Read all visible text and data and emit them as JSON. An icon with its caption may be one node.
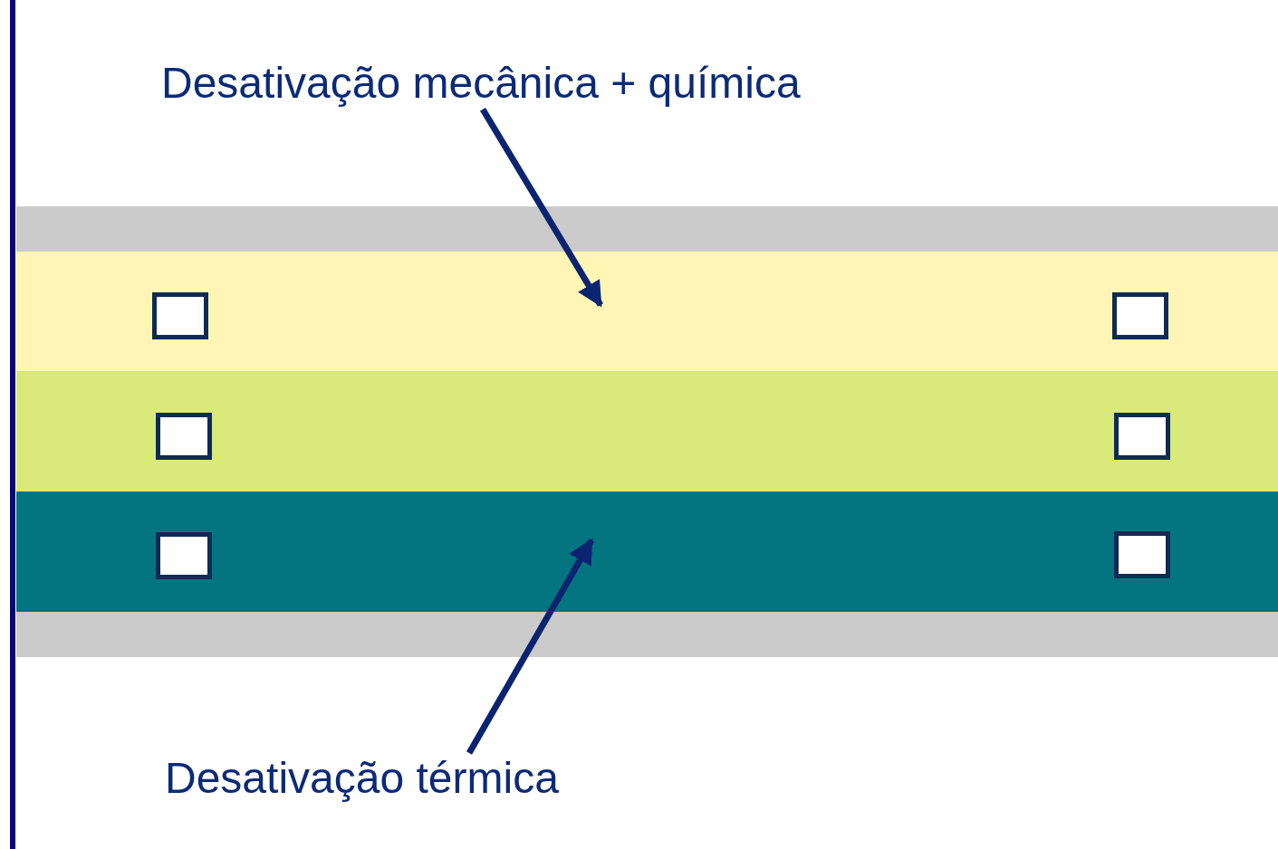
{
  "diagram": {
    "nodes": [
      {
        "text": [
          "Desativação mecânica + química"
        ]
      },
      {
        "text": [],
        "shape": "bar"
      },
      {
        "text": [],
        "shape": "bar",
        "in": 1
      },
      {
        "text": [],
        "shape": "box",
        "in": 2
      },
      {
        "text": [],
        "shape": "box",
        "in": 2
      },
      {
        "text": [],
        "shape": "bar",
        "in": 1
      },
      {
        "text": [],
        "shape": "box",
        "in": 5
      },
      {
        "text": [],
        "shape": "box",
        "in": 5
      },
      {
        "text": [],
        "shape": "bar",
        "in": 1
      },
      {
        "text": [],
        "shape": "box",
        "in": 8
      },
      {
        "text": [],
        "shape": "box",
        "in": 8
      },
      {
        "text": [
          "Desativação térmica"
        ]
      }
    ],
    "edges": [
      {
        "from": 0,
        "to": 2,
        "arrow": "to"
      },
      {
        "from": 11,
        "to": 8,
        "arrow": "to"
      }
    ]
  }
}
